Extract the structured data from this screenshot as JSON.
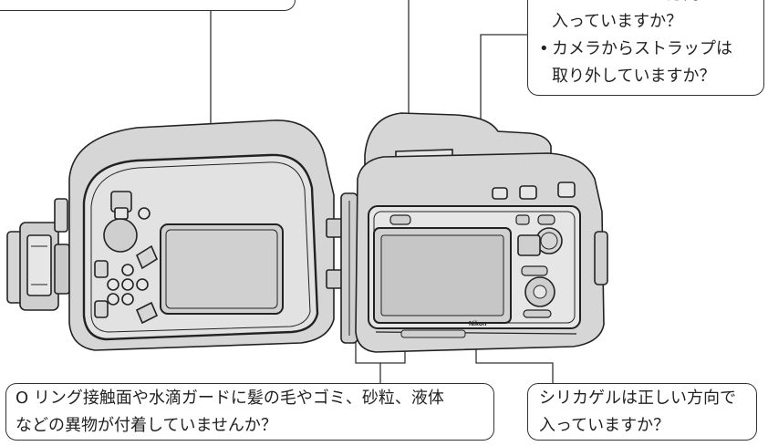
{
  "callouts": {
    "camera_check": {
      "line1": "カメラは正しい方向で",
      "line2": "入っていますか？",
      "strap_bullet": "•",
      "strap_line1": "カメラからストラップは",
      "strap_line2": "取り外していますか？"
    },
    "oring_check": {
      "line1": "O リング接触面や水滴ガードに髪の毛やゴミ、砂粒、液体",
      "line2": "などの異物が付着していませんか？"
    },
    "silica_check": {
      "line1": "シリカゲルは正しい方向で",
      "line2": "入っていますか？"
    }
  },
  "labels": {
    "camera_brand": "Nikon"
  },
  "colors": {
    "housing_fill": "#d6d6d6",
    "housing_dark": "#bdbdbd",
    "outline": "#222222",
    "screen_fill": "#d0d0d0"
  }
}
